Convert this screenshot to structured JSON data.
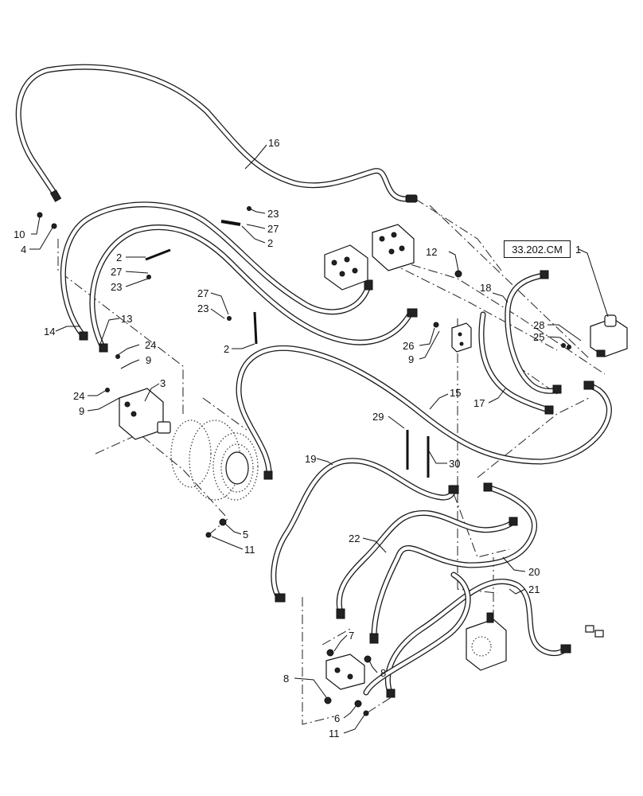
{
  "reference_box": {
    "label": "33.202.CM"
  },
  "callouts": [
    {
      "id": "c16",
      "label": "16"
    },
    {
      "id": "c23a",
      "label": "23"
    },
    {
      "id": "c27a",
      "label": "27"
    },
    {
      "id": "c2a",
      "label": "2"
    },
    {
      "id": "c10",
      "label": "10"
    },
    {
      "id": "c4",
      "label": "4"
    },
    {
      "id": "c2b",
      "label": "2"
    },
    {
      "id": "c27b",
      "label": "27"
    },
    {
      "id": "c23b",
      "label": "23"
    },
    {
      "id": "c27c",
      "label": "27"
    },
    {
      "id": "c23c",
      "label": "23"
    },
    {
      "id": "c2c",
      "label": "2"
    },
    {
      "id": "c12",
      "label": "12"
    },
    {
      "id": "c1",
      "label": "1"
    },
    {
      "id": "c18",
      "label": "18"
    },
    {
      "id": "c28",
      "label": "28"
    },
    {
      "id": "c25",
      "label": "25"
    },
    {
      "id": "c14",
      "label": "14"
    },
    {
      "id": "c13",
      "label": "13"
    },
    {
      "id": "c26",
      "label": "26"
    },
    {
      "id": "c9a",
      "label": "9"
    },
    {
      "id": "c24a",
      "label": "24"
    },
    {
      "id": "c9b",
      "label": "9"
    },
    {
      "id": "c3",
      "label": "3"
    },
    {
      "id": "c24b",
      "label": "24"
    },
    {
      "id": "c9c",
      "label": "9"
    },
    {
      "id": "c15",
      "label": "15"
    },
    {
      "id": "c17",
      "label": "17"
    },
    {
      "id": "c29",
      "label": "29"
    },
    {
      "id": "c30",
      "label": "30"
    },
    {
      "id": "c19",
      "label": "19"
    },
    {
      "id": "c5",
      "label": "5"
    },
    {
      "id": "c11a",
      "label": "11"
    },
    {
      "id": "c22",
      "label": "22"
    },
    {
      "id": "c20",
      "label": "20"
    },
    {
      "id": "c21",
      "label": "21"
    },
    {
      "id": "c7",
      "label": "7"
    },
    {
      "id": "c8a",
      "label": "8"
    },
    {
      "id": "c8b",
      "label": "8"
    },
    {
      "id": "c6",
      "label": "6"
    },
    {
      "id": "c11b",
      "label": "11"
    }
  ]
}
